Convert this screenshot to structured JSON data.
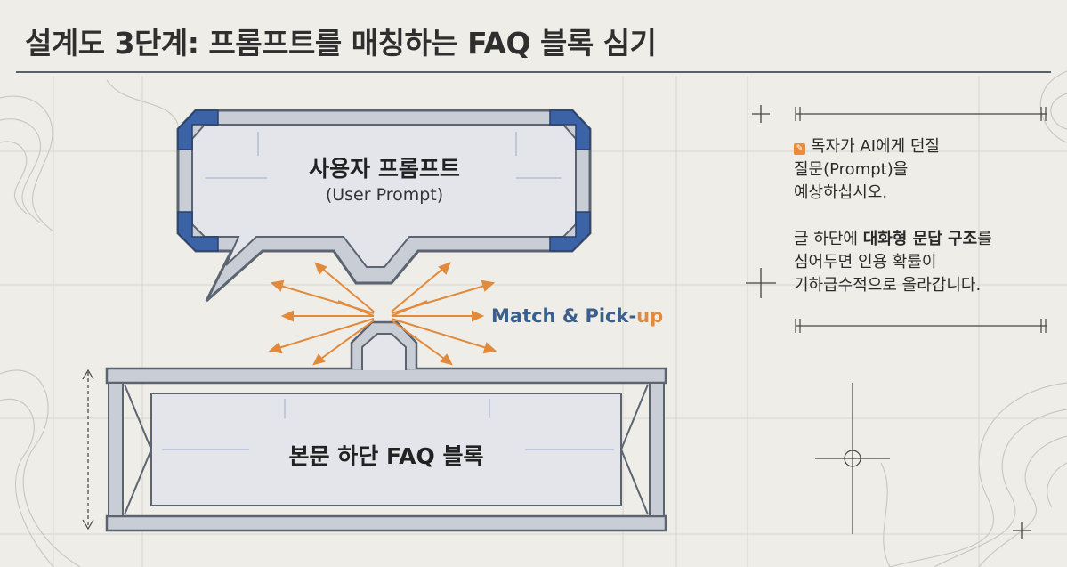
{
  "title": "설계도 3단계: 프롬프트를 매칭하는 FAQ 블록 심기",
  "bubble": {
    "title": "사용자 프롬프트",
    "subtitle": "(User Prompt)"
  },
  "match": {
    "label_main": "Match & Pick-",
    "label_accent": "up"
  },
  "block": {
    "title": "본문 하단 FAQ 블록"
  },
  "side_note": {
    "bullet_icon": "pin-icon",
    "line1": "독자가 AI에게 던질",
    "line2": "질문(Prompt)을",
    "line3": "예상하십시오.",
    "p2_pre": "글 하단에 ",
    "p2_bold": "대화형 문답 구조",
    "p2_post": "를",
    "line5": "심어두면 인용 확률이",
    "line6": "기하급수적으로 올라갑니다."
  },
  "colors": {
    "background": "#eeede7",
    "frame_fill": "#c9ced6",
    "frame_stroke": "#5b6470",
    "inner_fill": "#e3e5ea",
    "corner_blue": "#3b63a6",
    "arrow_orange": "#e28a3c",
    "label_blue": "#3a5f8f"
  }
}
